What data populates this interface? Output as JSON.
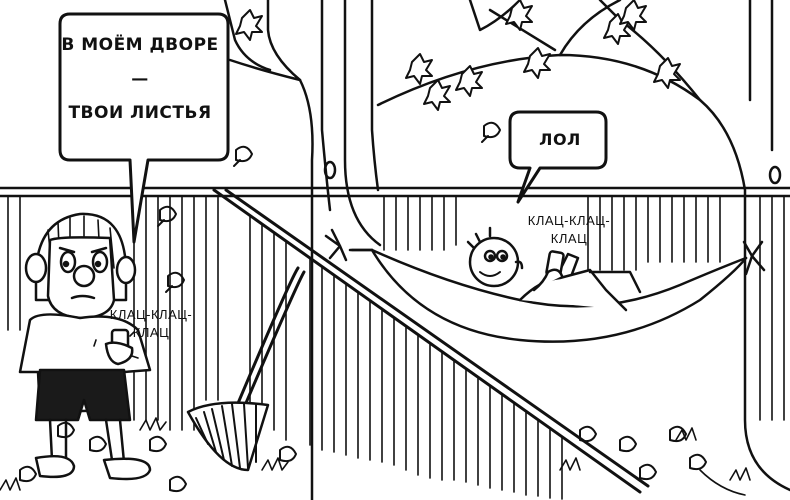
{
  "speech": {
    "neighbor_line1": "В МОЁМ ДВОРЕ —",
    "neighbor_line2": "ТВОИ ЛИСТЬЯ",
    "reply": "ЛОЛ"
  },
  "sound_effects": {
    "left_line1": "КЛАЦ-КЛАЦ-",
    "left_line2": "КЛАЦ",
    "right_line1": "КЛАЦ-КЛАЦ-",
    "right_line2": "КЛАЦ"
  },
  "colors": {
    "ink": "#111111",
    "paper": "#ffffff",
    "shorts": "#1a1a1a"
  }
}
